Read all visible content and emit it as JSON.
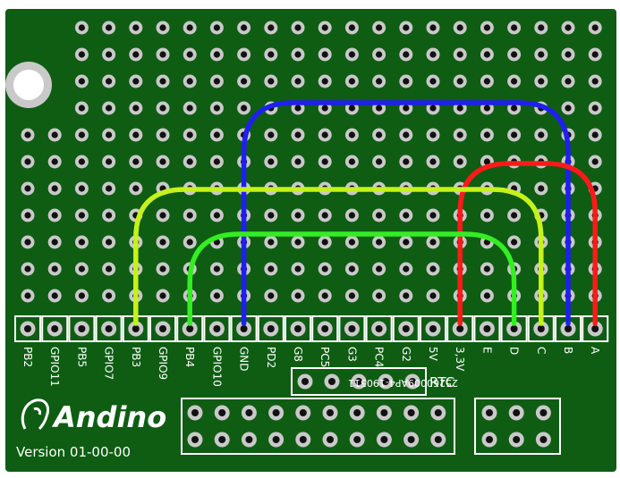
{
  "board": {
    "brand": "Andino",
    "version": "Version 01-00-00",
    "serial": "25260009AP4-190511",
    "rtc_label": "RTC",
    "colors": {
      "pcb": "#0e5d13",
      "pad": "#c9c9c9",
      "silkscreen": "#ffffff",
      "wire_blue": "#1f1ff0",
      "wire_red": "#ff1a1a",
      "wire_yellow": "#c6f21c",
      "wire_green": "#33ee22"
    }
  },
  "header_pins": [
    "PB2",
    "GPIO11",
    "PB5",
    "GPIO7",
    "PB3",
    "GPIO9",
    "PB4",
    "GPIO10",
    "GND",
    "PD2",
    "G8",
    "PC5",
    "G3",
    "PC4",
    "G2",
    "5V",
    "3,3V",
    "E",
    "D",
    "C",
    "B",
    "A"
  ],
  "wires": [
    {
      "name": "wire-blue",
      "color": "wire_blue",
      "from": "GND",
      "to": "B"
    },
    {
      "name": "wire-red",
      "color": "wire_red",
      "from": "3,3V",
      "to": "A"
    },
    {
      "name": "wire-yellow",
      "color": "wire_yellow",
      "from": "PB3",
      "to": "C"
    },
    {
      "name": "wire-green",
      "color": "wire_green",
      "from": "PB4",
      "to": "D"
    }
  ]
}
